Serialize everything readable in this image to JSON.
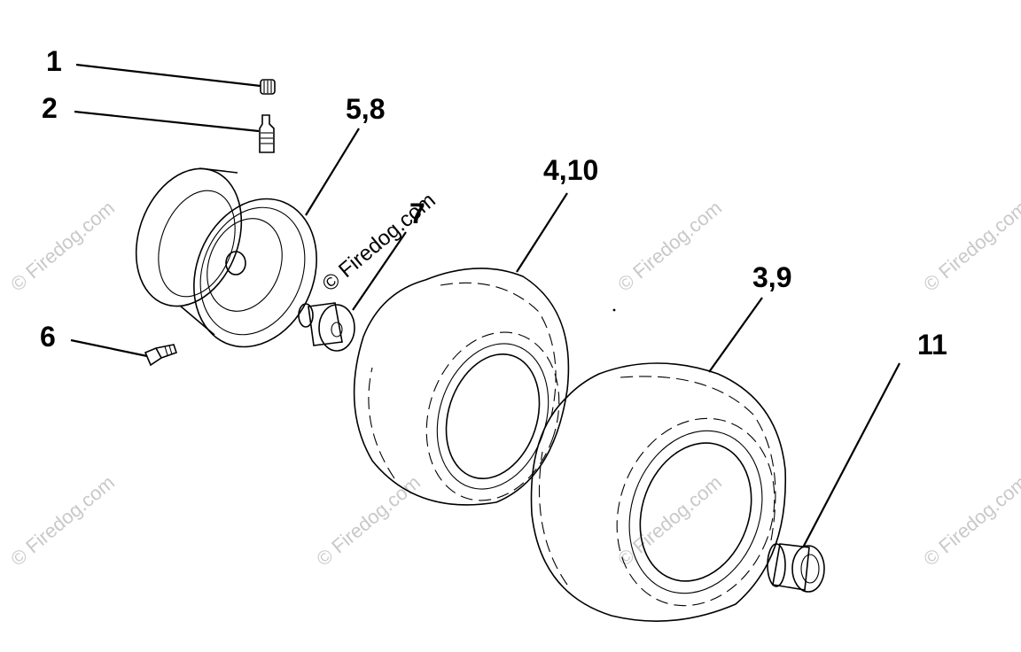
{
  "callouts": {
    "c1": "1",
    "c2": "2",
    "c58": "5,8",
    "c7": "7",
    "c410": "4,10",
    "c39": "3,9",
    "c6": "6",
    "c11": "11"
  },
  "watermark": {
    "text": "© Firedog.com"
  }
}
